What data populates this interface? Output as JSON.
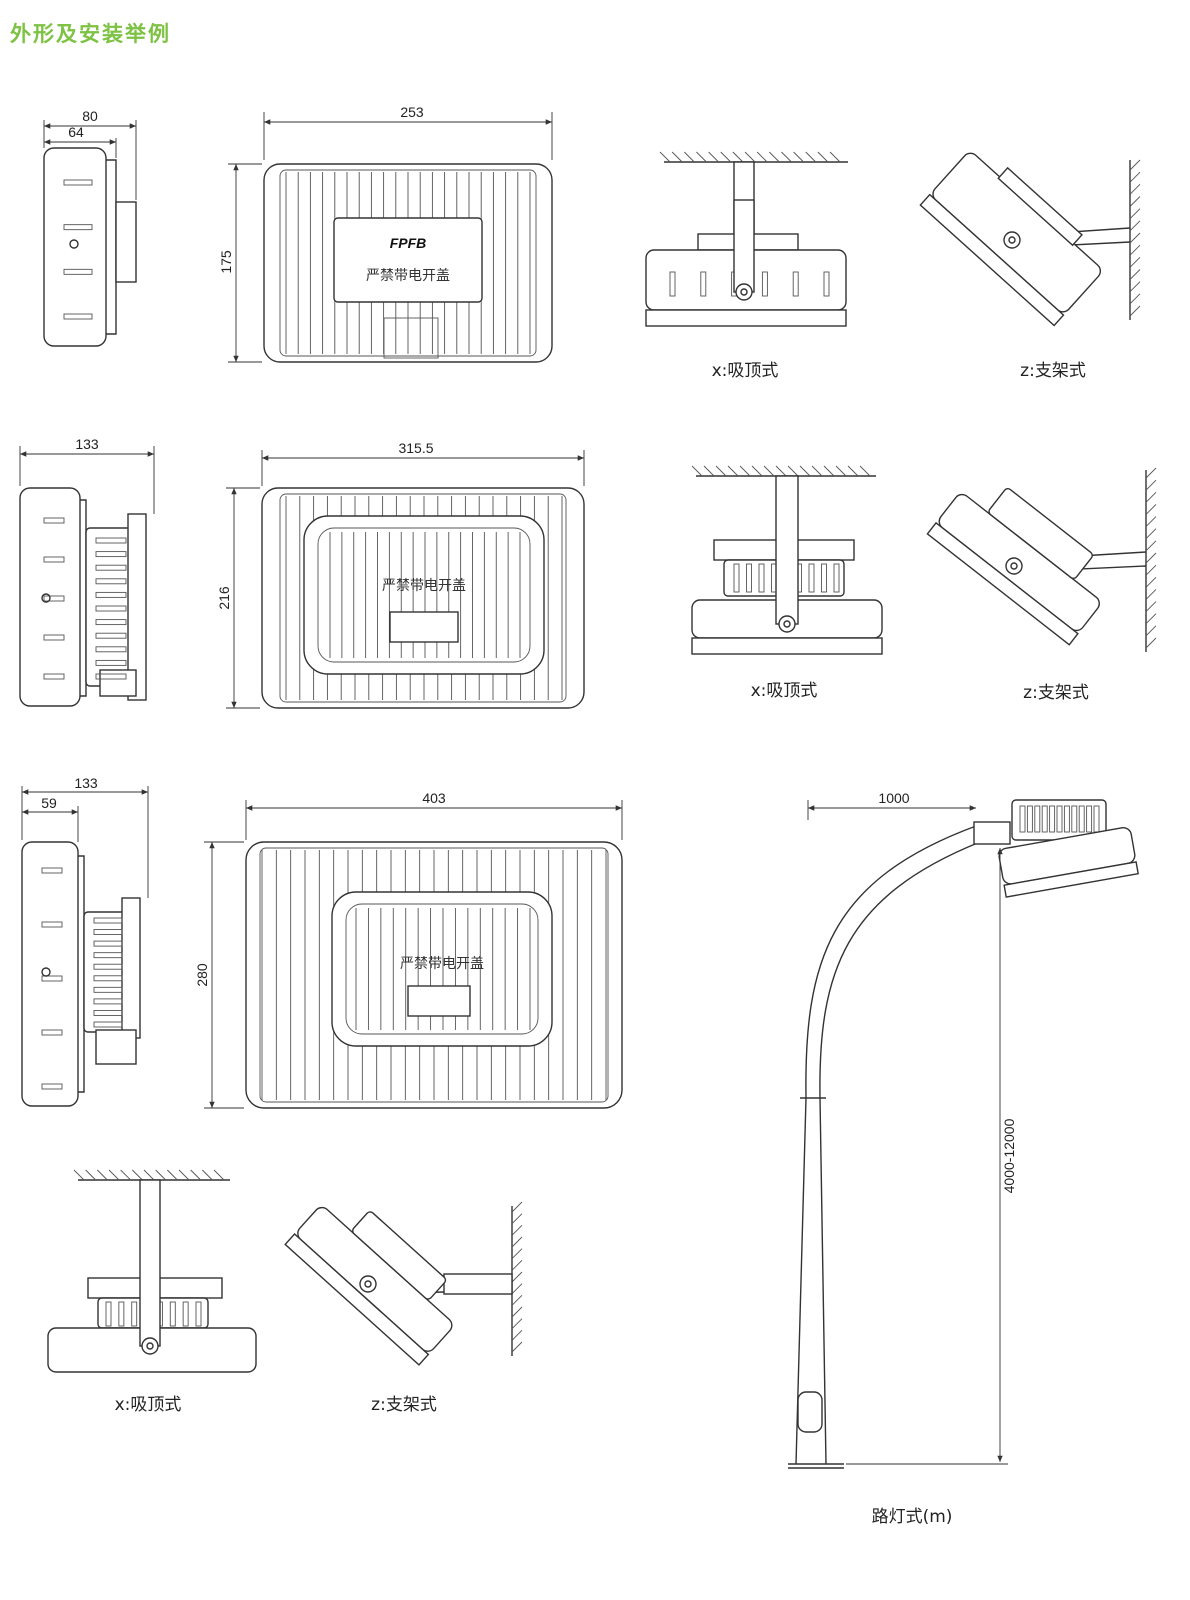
{
  "heading": "外形及安装举例",
  "colors": {
    "heading": "#7dc242",
    "line": "#333333"
  },
  "brand": "FPFB",
  "cover_label": "严禁带电开盖",
  "row1": {
    "side_outer": "80",
    "side_inner": "64",
    "front_width": "253",
    "front_height": "175",
    "caption_ceiling": "x:吸顶式",
    "caption_bracket": "z:支架式"
  },
  "row2": {
    "side_depth": "133",
    "front_width": "315.5",
    "front_height": "216",
    "caption_ceiling": "x:吸顶式",
    "caption_bracket": "z:支架式"
  },
  "row3": {
    "side_depth": "133",
    "side_inner": "59",
    "front_width": "403",
    "front_height": "280",
    "caption_ceiling": "x:吸顶式",
    "caption_bracket": "z:支架式"
  },
  "street": {
    "arm": "1000",
    "height": "4000-12000",
    "caption": "路灯式(m)"
  }
}
